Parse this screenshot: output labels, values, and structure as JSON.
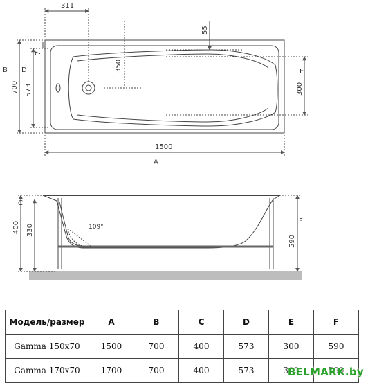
{
  "top_view": {
    "dim_a": "1500",
    "dim_a_letter": "A",
    "dim_drain_offset": "311",
    "dim_drain_height": "350",
    "dim_rim_55": "55",
    "dim_7": "7",
    "dim_b": "700",
    "dim_b_letter": "B",
    "dim_d": "573",
    "dim_d_letter": "D",
    "dim_e": "300",
    "dim_e_letter": "E"
  },
  "side_view": {
    "dim_c": "400",
    "dim_c_letter": "C",
    "dim_330": "330",
    "dim_f": "590",
    "dim_f_letter": "F",
    "angle": "109°"
  },
  "table": {
    "headers": [
      "Модель/размер",
      "A",
      "B",
      "C",
      "D",
      "E",
      "F"
    ],
    "rows": [
      [
        "Gamma 150x70",
        "1500",
        "700",
        "400",
        "573",
        "300",
        "590"
      ],
      [
        "Gamma 170x70",
        "1700",
        "700",
        "400",
        "573",
        "300",
        "590"
      ]
    ]
  },
  "watermark": "BELMARK.by"
}
